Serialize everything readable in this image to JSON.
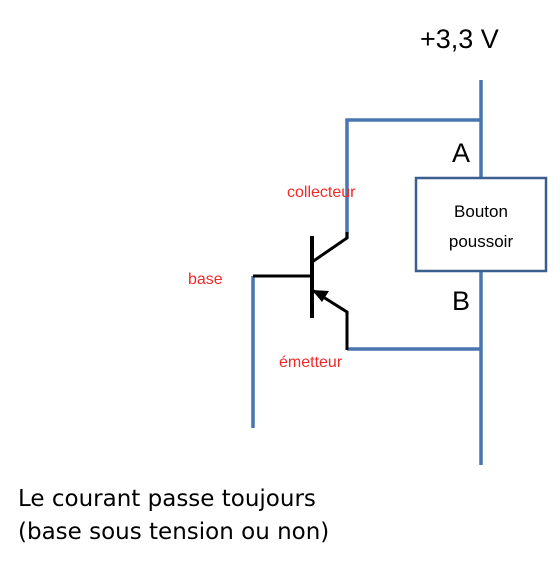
{
  "supply": {
    "label": "+3,3 V"
  },
  "terminals": {
    "a": "A",
    "b": "B"
  },
  "push_button": {
    "line1": "Bouton",
    "line2": "poussoir"
  },
  "transistor": {
    "collector_label": "collecteur",
    "base_label": "base",
    "emitter_label": "émetteur"
  },
  "caption": {
    "line1": "Le courant passe toujours",
    "line2": "(base sous tension ou non)"
  },
  "colors": {
    "wire": "#4a76b0",
    "transistor": "#000000",
    "transistor_labels": "#ee2a2a",
    "button_border": "#3a5f8f",
    "text": "#000000"
  }
}
